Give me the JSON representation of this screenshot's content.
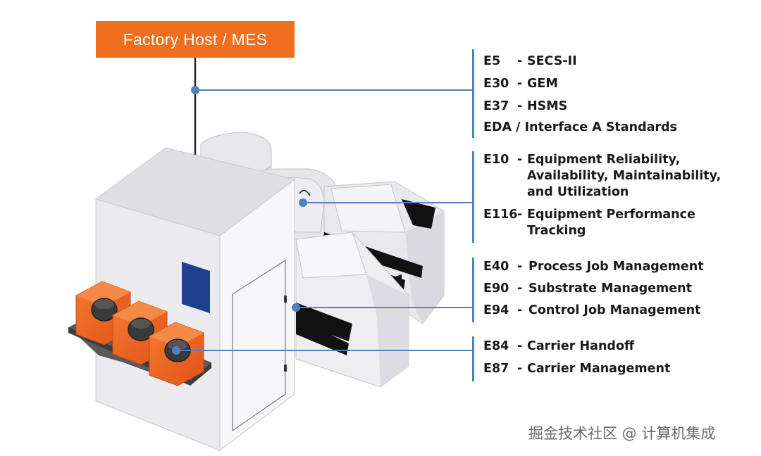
{
  "host": {
    "label": "Factory Host / MES"
  },
  "colors": {
    "accent_orange": "#ef6f1f",
    "connector_blue": "#4f81bd",
    "window_navy": "#1f3f8f",
    "carrier_orange": "#f26a21"
  },
  "groups": [
    {
      "items": [
        {
          "code": "E5",
          "dash": "-",
          "desc": "SECS-II"
        },
        {
          "code": "E30",
          "dash": "-",
          "desc": "GEM"
        },
        {
          "code": "E37",
          "dash": "-",
          "desc": "HSMS"
        },
        {
          "full": "EDA / Interface A Standards"
        }
      ]
    },
    {
      "items": [
        {
          "code": "E10",
          "dash": "-",
          "desc_lines": [
            "Equipment Reliability,",
            "Availability, Maintainability,",
            "and Utilization"
          ]
        },
        {
          "code": "E116",
          "dash": "-",
          "desc_lines": [
            "Equipment Performance",
            "Tracking"
          ]
        }
      ]
    },
    {
      "items": [
        {
          "code": "E40",
          "dash": "-",
          "desc": "Process Job Management"
        },
        {
          "code": "E90",
          "dash": "-",
          "desc": "Substrate Management"
        },
        {
          "code": "E94",
          "dash": "-",
          "desc": "Control Job Management"
        }
      ]
    },
    {
      "items": [
        {
          "code": "E84",
          "dash": "-",
          "desc": "Carrier Handoff"
        },
        {
          "code": "E87",
          "dash": "-",
          "desc": "Carrier Management"
        }
      ]
    }
  ],
  "watermark": "掘金技术社区 @ 计算机集成"
}
